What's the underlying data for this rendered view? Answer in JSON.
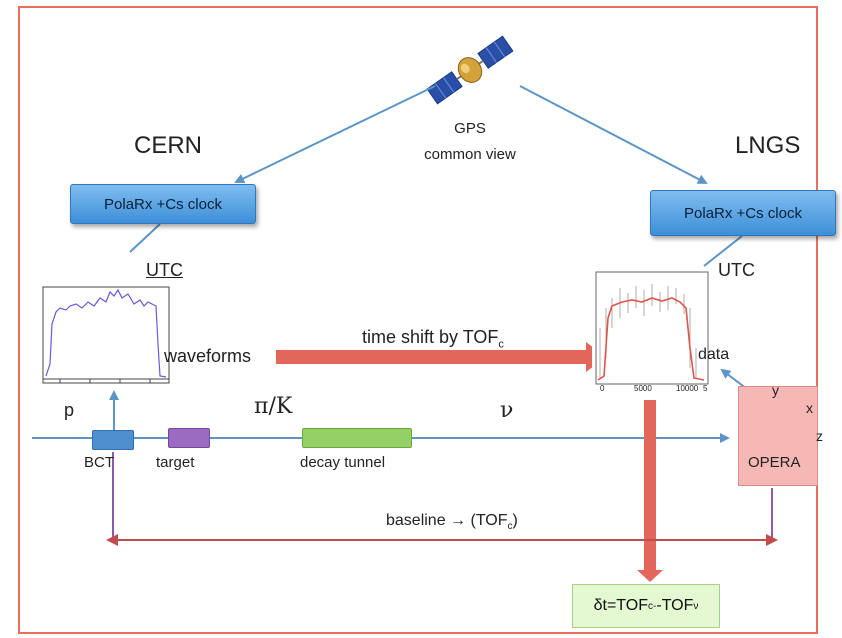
{
  "labels": {
    "cern": "CERN",
    "lngs": "LNGS",
    "gps_line1": "GPS",
    "gps_line2": "common view",
    "utc_left": "UTC",
    "utc_right": "UTC",
    "waveforms": "waveforms",
    "time_shift": "time shift by TOF",
    "time_shift_sub": "c",
    "data": "data",
    "p": "p",
    "pi_k": "π/K",
    "nu": "ν",
    "bct": "BCT",
    "target": "target",
    "decay_tunnel": "decay tunnel",
    "baseline": "baseline → (TOF",
    "baseline_sub": "c",
    "baseline_end": ")",
    "opera": "OPERA",
    "axis_x": "x",
    "axis_y": "y",
    "axis_z": "z",
    "plot_ticks": [
      "0",
      "5000",
      "10000",
      "5"
    ]
  },
  "boxes": {
    "clock_cern": "PolaRx +Cs clock",
    "clock_lngs": "PolaRx +Cs clock"
  },
  "result": {
    "prefix": "δt=TOF",
    "sub1": "c-",
    "mid": "-TOF",
    "sub2": "ν"
  },
  "colors": {
    "frame": "#e8705a",
    "line_blue": "#5b95c6",
    "arrow_red": "#e3665a",
    "baseline_line": "#c24b4b",
    "baseline_stub": "#8a5ca8",
    "bct": "#4f8fd0",
    "target": "#9b6bc2",
    "decay_tunnel": "#94d066",
    "opera": "#f6b8b4",
    "result_box": "#e4f8d2"
  },
  "icons": {
    "satellite": "satellite-icon"
  }
}
